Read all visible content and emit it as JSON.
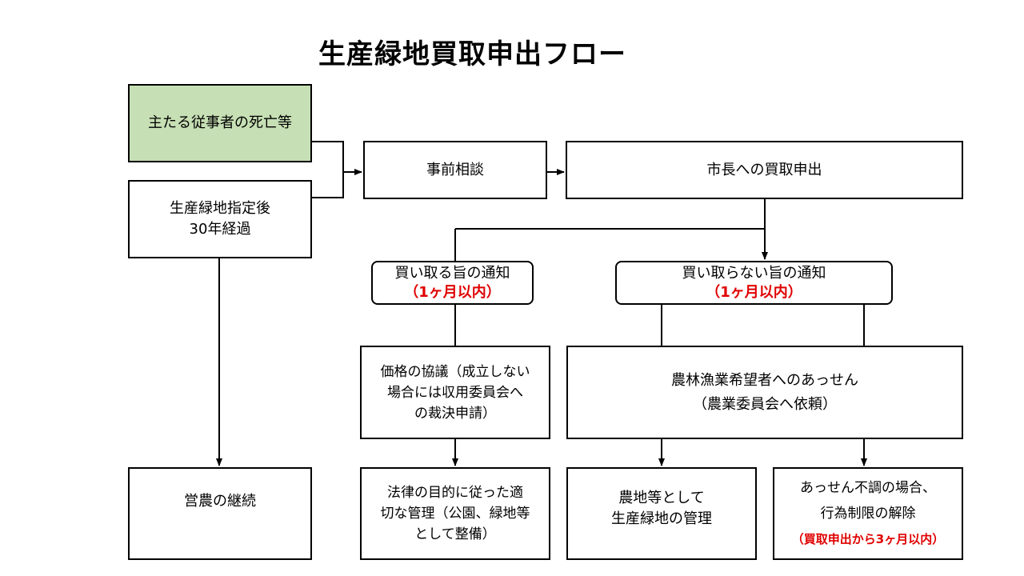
{
  "title": "生産緑地買取申出フロー",
  "colors": {
    "start_box_fill": "#c6dfb4",
    "highlight_text": "#e00000",
    "line": "#000000"
  },
  "nodes": {
    "death": {
      "text": "主たる従事者の死亡等"
    },
    "thirty_years": {
      "line1": "生産緑地指定後",
      "line2": "30年経過"
    },
    "consult": {
      "text": "事前相談"
    },
    "mayor_request": {
      "text": "市長への買取申出"
    },
    "buy_notice": {
      "text": "買い取る旨の通知",
      "note": "（1ヶ月以内）"
    },
    "nobuy_notice": {
      "text": "買い取らない旨の通知",
      "note": "（1ヶ月以内）"
    },
    "price": {
      "line1": "価格の協議（成立しない",
      "line2": "場合には収用委員会へ",
      "line3": "の裁決申請）"
    },
    "mediation": {
      "line1": "農林漁業希望者へのあっせん",
      "line2": "（農業委員会へ依頼）"
    },
    "continue_farming": {
      "text": "営農の継続"
    },
    "proper_management": {
      "line1": "法律の目的に従った適",
      "line2": "切な管理（公園、緑地等",
      "line3": "として整備）"
    },
    "farmland_management": {
      "line1": "農地等として",
      "line2": "生産緑地の管理"
    },
    "release": {
      "line1": "あっせん不調の場合、",
      "line2": "行為制限の解除",
      "note": "（買取申出から3ヶ月以内）"
    }
  }
}
